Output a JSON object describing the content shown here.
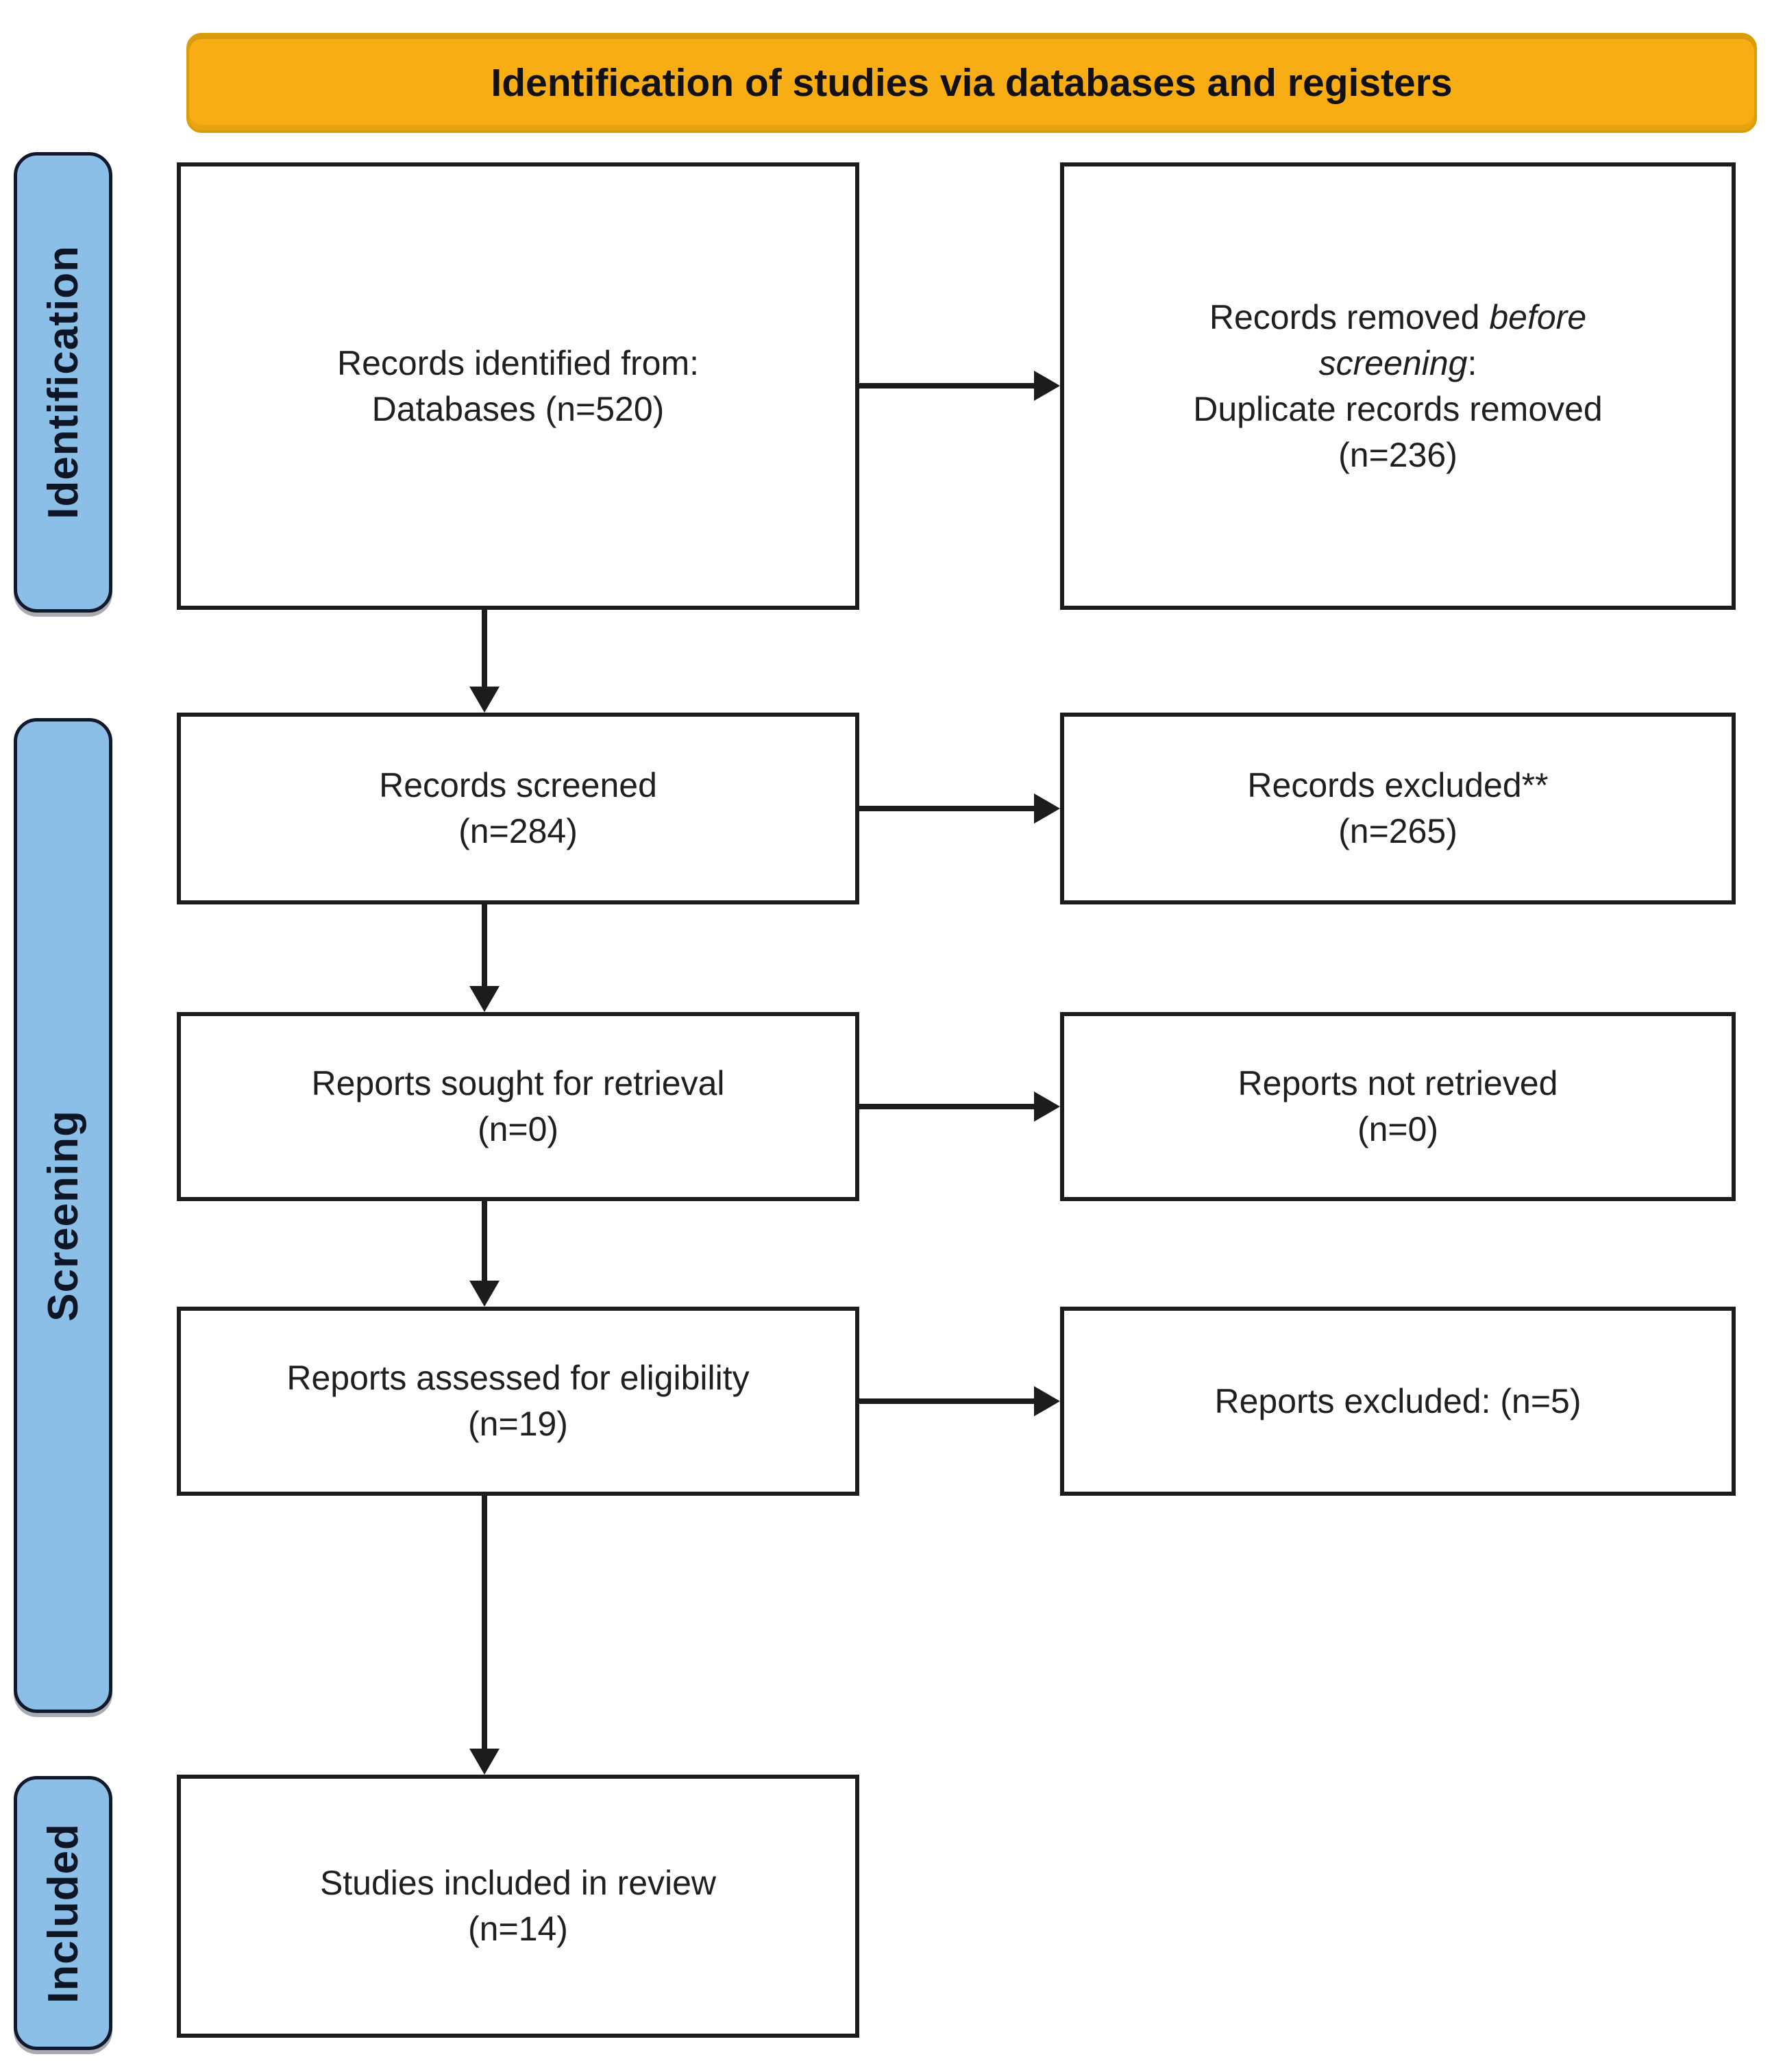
{
  "banner": {
    "label": "Identification of studies via databases and registers"
  },
  "stages": [
    {
      "id": "identification",
      "label": "Identification"
    },
    {
      "id": "screening",
      "label": "Screening"
    },
    {
      "id": "included",
      "label": "Included"
    }
  ],
  "boxes": {
    "records_identified": {
      "lines": [
        [
          {
            "t": "Records identified from:"
          }
        ],
        [
          {
            "t": "Databases (n=520)"
          }
        ]
      ]
    },
    "records_removed": {
      "lines": [
        [
          {
            "t": "Records removed "
          },
          {
            "t": "before",
            "i": true
          }
        ],
        [
          {
            "t": "screening",
            "i": true
          },
          {
            "t": ":"
          }
        ],
        [
          {
            "t": "Duplicate records removed"
          }
        ],
        [
          {
            "t": "(n=236)"
          }
        ]
      ]
    },
    "records_screened": {
      "lines": [
        [
          {
            "t": "Records screened"
          }
        ],
        [
          {
            "t": "(n=284)"
          }
        ]
      ]
    },
    "records_excluded": {
      "lines": [
        [
          {
            "t": "Records excluded**"
          }
        ],
        [
          {
            "t": "(n=265)"
          }
        ]
      ]
    },
    "reports_sought": {
      "lines": [
        [
          {
            "t": "Reports sought for retrieval"
          }
        ],
        [
          {
            "t": "(n=0)"
          }
        ]
      ]
    },
    "reports_not_retrieved": {
      "lines": [
        [
          {
            "t": "Reports not retrieved"
          }
        ],
        [
          {
            "t": "(n=0)"
          }
        ]
      ]
    },
    "reports_assessed": {
      "lines": [
        [
          {
            "t": "Reports assessed for eligibility"
          }
        ],
        [
          {
            "t": "(n=19)"
          }
        ]
      ]
    },
    "reports_excluded": {
      "lines": [
        [
          {
            "t": "Reports excluded: (n=5)"
          }
        ]
      ]
    },
    "studies_included": {
      "lines": [
        [
          {
            "t": "Studies included in review"
          }
        ],
        [
          {
            "t": "(n=14)"
          }
        ]
      ]
    }
  },
  "colors": {
    "banner_fill": "#F9AD15",
    "banner_border": "#D99E06",
    "stage_fill": "#8BBFE8",
    "stage_border": "#10182B",
    "box_border": "#1C1C1C",
    "arrow": "#1C1C1C",
    "ink": "#1A1A1A",
    "bg": "#FFFFFF"
  }
}
